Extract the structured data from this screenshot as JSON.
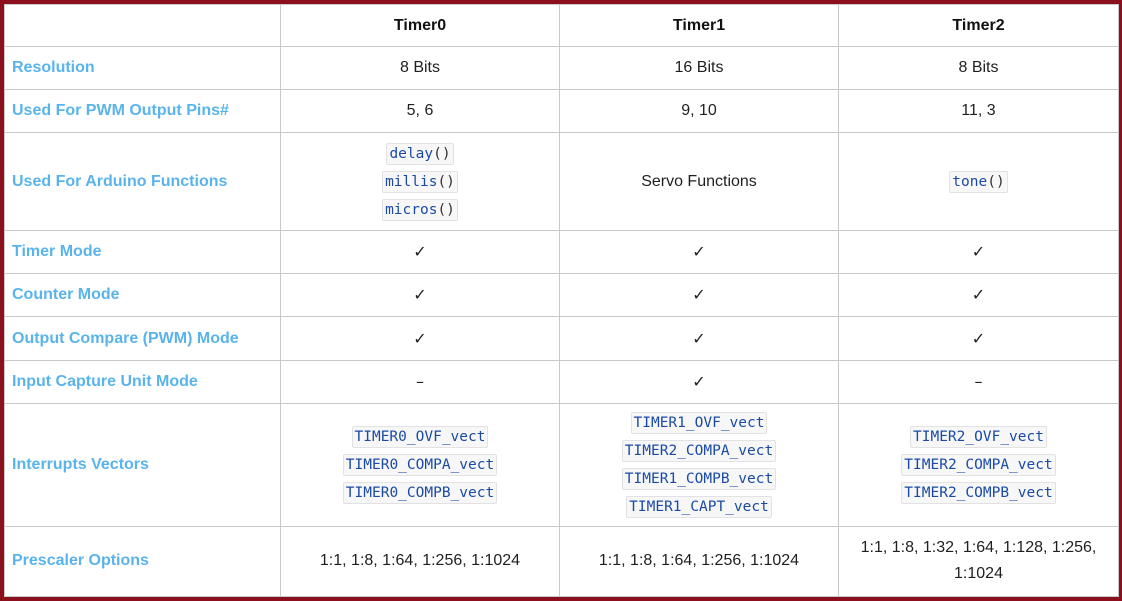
{
  "header": [
    "",
    "Timer0",
    "Timer1",
    "Timer2"
  ],
  "rows": {
    "resolution": {
      "label": "Resolution",
      "values": [
        "8 Bits",
        "16 Bits",
        "8 Bits"
      ]
    },
    "pwm_pins": {
      "label": "Used For PWM Output Pins#",
      "values": [
        "5, 6",
        "9, 10",
        "11, 3"
      ]
    },
    "arduino_functions": {
      "label": "Used For Arduino Functions",
      "timer0": [
        {
          "name": "delay",
          "paren": "()"
        },
        {
          "name": "millis",
          "paren": "()"
        },
        {
          "name": "micros",
          "paren": "()"
        }
      ],
      "timer1": "Servo Functions",
      "timer2": [
        {
          "name": "tone",
          "paren": "()"
        }
      ]
    },
    "timer_mode": {
      "label": "Timer Mode",
      "values": [
        "✓",
        "✓",
        "✓"
      ]
    },
    "counter_mode": {
      "label": "Counter Mode",
      "values": [
        "✓",
        "✓",
        "✓"
      ]
    },
    "output_compare": {
      "label": "Output Compare (PWM) Mode",
      "values": [
        "✓",
        "✓",
        "✓"
      ]
    },
    "input_capture": {
      "label": "Input Capture Unit Mode",
      "values": [
        "–",
        "✓",
        "–"
      ]
    },
    "interrupts": {
      "label": "Interrupts Vectors",
      "timer0": [
        "TIMER0_OVF_vect",
        "TIMER0_COMPA_vect",
        "TIMER0_COMPB_vect"
      ],
      "timer1": [
        "TIMER1_OVF_vect",
        "TIMER2_COMPA_vect",
        "TIMER1_COMPB_vect",
        "TIMER1_CAPT_vect"
      ],
      "timer2": [
        "TIMER2_OVF_vect",
        "TIMER2_COMPA_vect",
        "TIMER2_COMPB_vect"
      ]
    },
    "prescaler": {
      "label": "Prescaler Options",
      "values": [
        "1:1, 1:8, 1:64, 1:256, 1:1024",
        "1:1, 1:8, 1:64, 1:256, 1:1024",
        "1:1, 1:8, 1:32, 1:64, 1:128, 1:256, 1:1024"
      ]
    }
  },
  "colors": {
    "border": "#8b0f1c",
    "row_label": "#5ab4ec",
    "code_text": "#1a4aa6"
  }
}
